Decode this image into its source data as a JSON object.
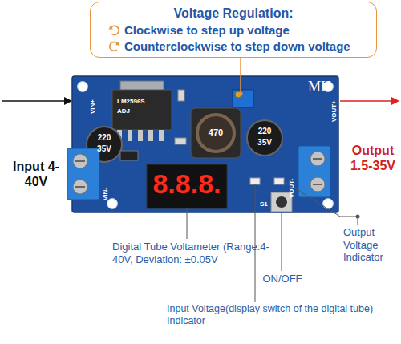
{
  "diagram": {
    "nodes": [
      {
        "text": [
          "Voltage Regulation:",
          "Clockwise to step up voltage",
          "Counterclockwise to step down voltage"
        ]
      }
    ],
    "labels": [
      "MH",
      "LM2596S",
      "ADJ",
      "220",
      "35V",
      "470",
      "220",
      "35V",
      "VIN+",
      "VIN-",
      "VOUT+",
      "VOUT-",
      "8.8.8.",
      "S1",
      "Input 4-40V",
      "Output 1.5-35V",
      "Digital Tube Voltameter (Range:4-40V, Deviation: ±0.05V",
      "ON/OFF",
      "Output Voltage Indicator",
      "Input Voltage(display switch of the digital tube) Indicator"
    ]
  }
}
